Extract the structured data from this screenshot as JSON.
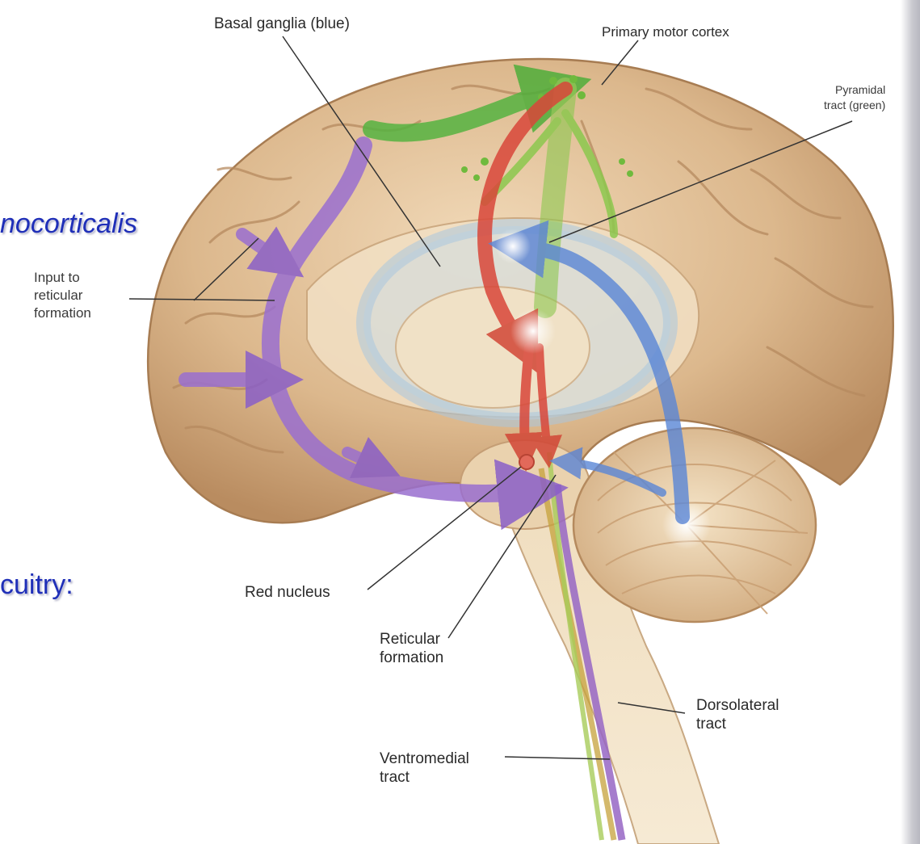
{
  "slide_text": {
    "fragment_1": "nocorticalis",
    "fragment_2": "cuitry:"
  },
  "labels": {
    "basal_ganglia": "Basal ganglia (blue)",
    "primary_motor_cortex": "Primary motor cortex",
    "pyramidal_tract": "Pyramidal\ntract (green)",
    "input_reticular": "Input to\nreticular\nformation",
    "red_nucleus": "Red nucleus",
    "reticular_formation": "Reticular\nformation",
    "dorsolateral_tract": "Dorsolateral\ntract",
    "ventromedial_tract": "Ventromedial\ntract"
  },
  "colors": {
    "brain": "#d9b48a",
    "brain_shadow": "#b58a5e",
    "basal_ganglia": "#b9d4e6",
    "pyramidal": "#7cc24a",
    "red_pathway": "#d9473a",
    "purple_pathway": "#9a6fd0",
    "blue_pathway": "#5a86d6",
    "slide_text": "#1f2fb8"
  }
}
